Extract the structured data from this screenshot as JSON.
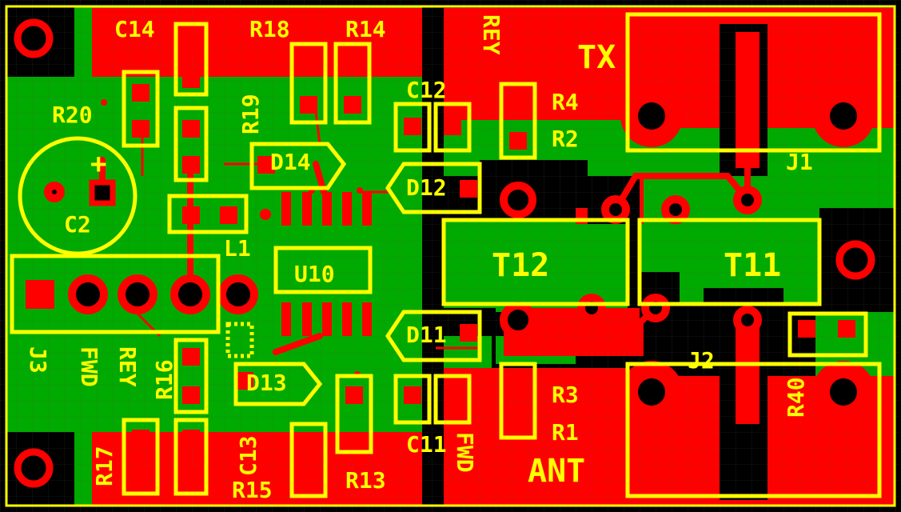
{
  "colors": {
    "background": "#000000",
    "copper_top": "#ff0000",
    "copper_bottom": "#00aa00",
    "silkscreen": "#ffff00",
    "grid": "#606060"
  },
  "labels": {
    "C14": "C14",
    "R18": "R18",
    "R14": "R14",
    "REY_top": "REY",
    "TX": "TX",
    "R20": "R20",
    "R19": "R19",
    "C12": "C12",
    "R4": "R4",
    "R2": "R2",
    "D14": "D14",
    "D12": "D12",
    "J1": "J1",
    "plus": "+",
    "C2": "C2",
    "L1": "L1",
    "U10": "U10",
    "T12": "T12",
    "T11": "T11",
    "J3": "J3",
    "FWD_left": "FWD",
    "REY_left": "REY",
    "R16": "R16",
    "D11": "D11",
    "D13": "D13",
    "R3": "R3",
    "R1": "R1",
    "J2": "J2",
    "R40": "R40",
    "R17": "R17",
    "C13": "C13",
    "R15": "R15",
    "R13": "R13",
    "C11": "C11",
    "FWD_mid": "FWD",
    "ANT": "ANT"
  }
}
